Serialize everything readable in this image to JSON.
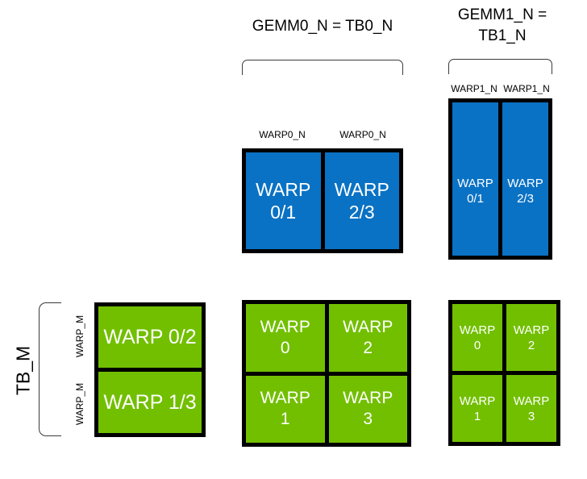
{
  "diagram": {
    "title_gemm0": "GEMM0_N = TB0_N",
    "title_gemm1": "GEMM1_N =\nTB1_N",
    "tb_m_label": "TB_M",
    "warp_m_label_top": "WARP_M",
    "warp_m_label_bottom": "WARP_M",
    "warp0_n_label_left": "WARP0_N",
    "warp0_n_label_right": "WARP0_N",
    "warp1_n_label_left": "WARP1_N",
    "warp1_n_label_right": "WARP1_N",
    "gemm0_blue_cells": [
      {
        "text": "WARP\n0/1"
      },
      {
        "text": "WARP\n2/3"
      }
    ],
    "gemm1_blue_cells": [
      {
        "text": "WARP\n0/1"
      },
      {
        "text": "WARP\n2/3"
      }
    ],
    "left_green_cells": [
      {
        "text": "WARP 0/2"
      },
      {
        "text": "WARP 1/3"
      }
    ],
    "mid_green_cells": [
      {
        "text": "WARP\n0"
      },
      {
        "text": "WARP\n2"
      },
      {
        "text": "WARP\n1"
      },
      {
        "text": "WARP\n3"
      }
    ],
    "right_green_cells": [
      {
        "text": "WARP\n0"
      },
      {
        "text": "WARP\n2"
      },
      {
        "text": "WARP\n1"
      },
      {
        "text": "WARP\n3"
      }
    ],
    "colors": {
      "blue": "#0A72C4",
      "green": "#72BF00",
      "border": "#000000",
      "bracket": "#3b3b3b",
      "text_on_fill": "#ffffff",
      "background": "#ffffff"
    }
  }
}
